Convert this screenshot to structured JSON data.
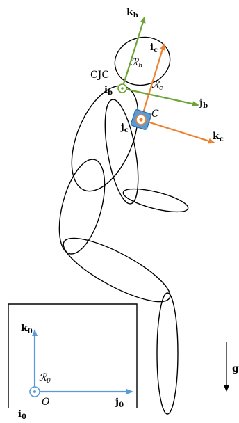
{
  "colors": {
    "green": "#6aa535",
    "orange": "#ee7f2d",
    "blue": "#5b9bd5",
    "black": "#000000"
  },
  "labels": {
    "k_b": "k",
    "k_b_sub": "b",
    "i_c": "i",
    "i_c_sub": "c",
    "R_b": "ℛ",
    "R_b_sub": "b",
    "R_c": "ℛ",
    "R_c_sub": "c",
    "cjc": "CJC",
    "i_b": "i",
    "i_b_sub": "b",
    "j_b": "j",
    "j_b_sub": "b",
    "C": "C",
    "j_c": "j",
    "j_c_sub": "c",
    "k_c": "k",
    "k_c_sub": "c",
    "k_0": "k",
    "k_0_sub": "0",
    "R_0": "ℛ",
    "R_0_sub": "0",
    "O": "O",
    "i_0": "i",
    "i_0_sub": "0",
    "j_0": "j",
    "j_0_sub": "0",
    "g": "g"
  }
}
